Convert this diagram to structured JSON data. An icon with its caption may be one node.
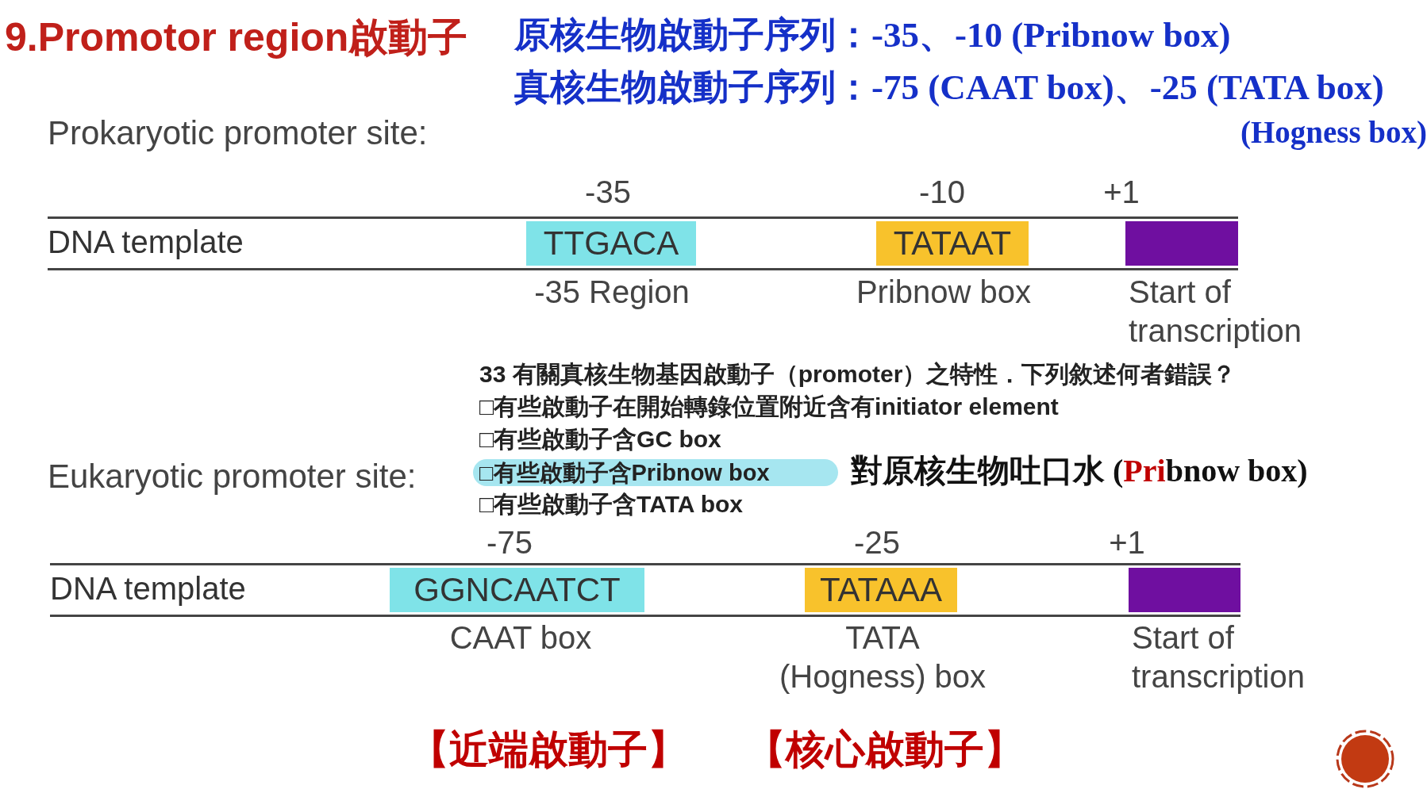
{
  "diagram": {
    "title": "9.Promotor region啟動子",
    "nodes": [
      {
        "text": [
          "DNA template"
        ]
      },
      {
        "text": [
          "TTGACA"
        ],
        "in": 0,
        "beside": [
          "-35",
          "-35 Region"
        ]
      },
      {
        "text": [
          "TATAAT"
        ],
        "in": 0,
        "beside": [
          "-10",
          "Pribnow box"
        ]
      },
      {
        "text": [],
        "shape": "box",
        "in": 0,
        "beside": [
          "+1",
          "Start of transcription"
        ]
      },
      {
        "text": [
          "□有些啟動子含Pribnow box"
        ]
      },
      {
        "text": [
          "DNA template"
        ]
      },
      {
        "text": [
          "GGNCAATCT"
        ],
        "in": 5,
        "beside": [
          "-75",
          "CAAT box"
        ]
      },
      {
        "text": [
          "TATAAA"
        ],
        "in": 5,
        "beside": [
          "-25",
          "TATA (Hogness) box"
        ]
      },
      {
        "text": [],
        "shape": "box",
        "in": 5,
        "beside": [
          "+1",
          "Start of transcription"
        ]
      }
    ],
    "labels": [
      "原核生物啟動子序列：-35、-10 (Pribnow box)",
      "真核生物啟動子序列：-75 (CAAT box)、-25 (TATA box)",
      "(Hogness box)",
      "Prokaryotic promoter site:",
      "33 有關真核生物基因啟動子（promoter）之特性．下列敘述何者錯誤？",
      "□有些啟動子在開始轉錄位置附近含有initiator element",
      "□有些啟動子含GC box",
      "對原核生物吐口水 (**Pri**bnow box)",
      "Eukaryotic promoter site:",
      "□有些啟動子含TATA box",
      "【近端啟動子】",
      "【核心啟動子】"
    ]
  }
}
